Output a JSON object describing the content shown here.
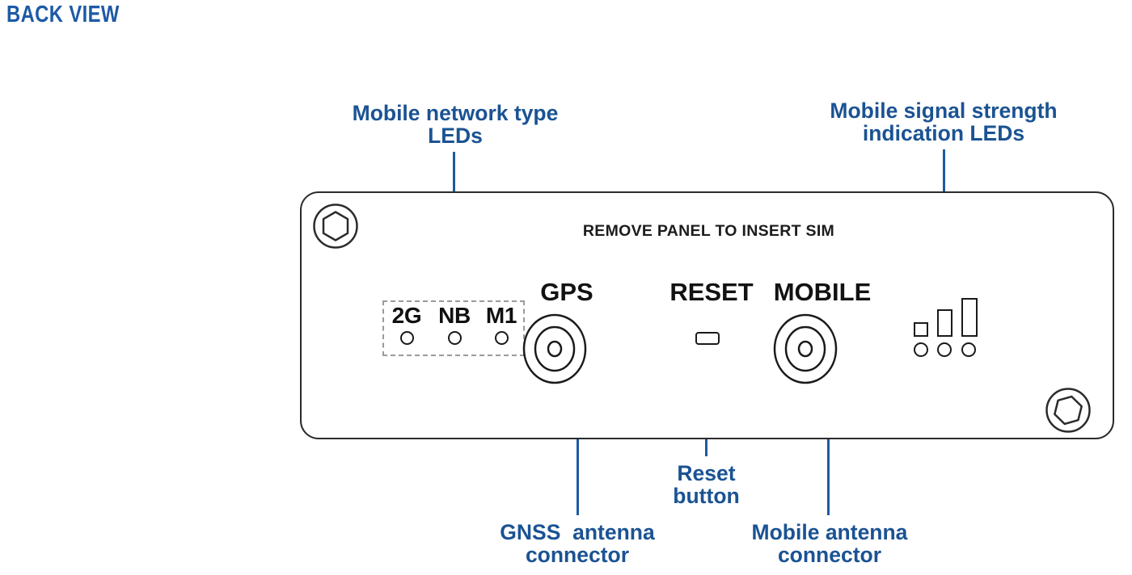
{
  "title": "BACK VIEW",
  "colors": {
    "accent_blue": "#1d5aa5",
    "callout_blue": "#1b5393",
    "outline_black": "#2b2b2b",
    "dashed_gray": "#9a9a9a",
    "background": "#ffffff"
  },
  "callouts": {
    "network_type_leds": "Mobile network type\nLEDs",
    "signal_strength_leds": "Mobile signal strength\nindication LEDs",
    "reset_button": "Reset\nbutton",
    "gnss_antenna_connector": "GNSS  antenna\nconnector",
    "mobile_antenna_connector": "Mobile antenna\nconnector"
  },
  "panel": {
    "sim_notice": "REMOVE PANEL TO INSERT SIM",
    "port_labels": {
      "gps": "GPS",
      "reset": "RESET",
      "mobile": "MOBILE"
    },
    "network_leds": [
      {
        "label": "2G"
      },
      {
        "label": "NB"
      },
      {
        "label": "M1"
      }
    ],
    "signal_bars": [
      {
        "level": 1
      },
      {
        "level": 2
      },
      {
        "level": 3
      }
    ],
    "signal_dots": [
      {
        "index": 1
      },
      {
        "index": 2
      },
      {
        "index": 3
      }
    ],
    "screws": [
      {
        "position": "top-left"
      },
      {
        "position": "bottom-right"
      }
    ]
  }
}
